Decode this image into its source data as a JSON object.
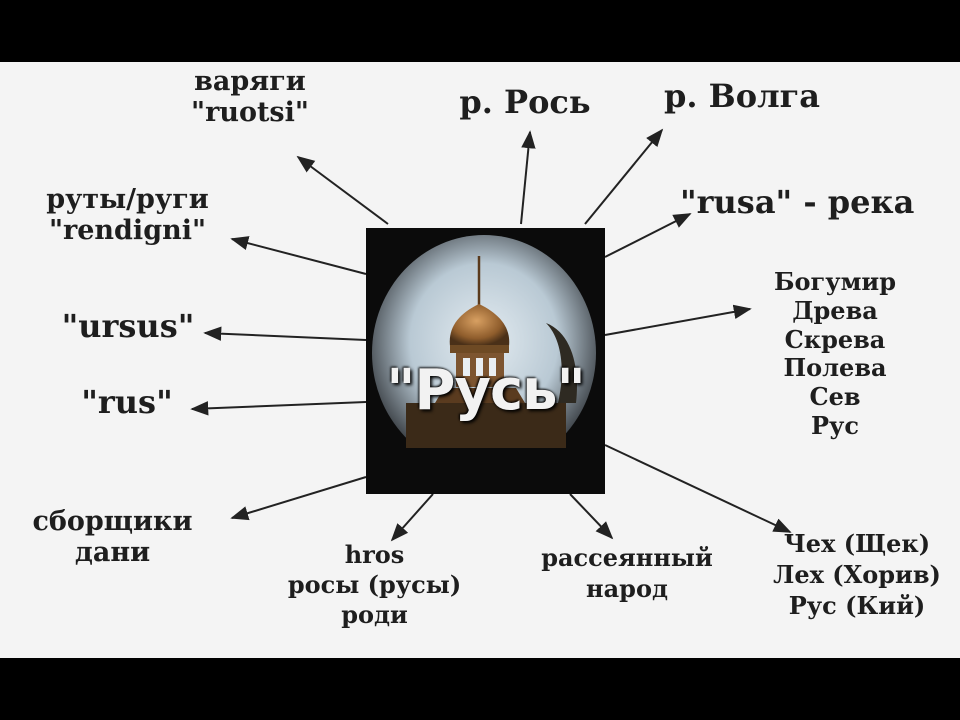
{
  "center": {
    "title": "\"Русь\""
  },
  "labels": {
    "varyagi": [
      "варяги",
      "\"ruotsi\""
    ],
    "ros_river": [
      "р. Рось"
    ],
    "volga": [
      "р. Волга"
    ],
    "ruty": [
      "руты/руги",
      "\"rendigni\""
    ],
    "rusa_reka": [
      "\"rusa\" - река"
    ],
    "ursus": [
      "\"ursus\""
    ],
    "bogumir": [
      "Богумир",
      "Древа",
      "Скрева",
      "Полева",
      "Сев",
      "Рус"
    ],
    "rus_latin": [
      "\"rus\""
    ],
    "sborshchiki": [
      "сборщики",
      "дани"
    ],
    "hros": [
      "hros",
      "росы (русы)",
      "роди"
    ],
    "rasseyanny": [
      "рассеянный",
      "народ"
    ],
    "chekh": [
      "Чех (Щек)",
      "Лех (Хорив)",
      "Рус (Кий)"
    ]
  },
  "colors": {
    "background": "#f4f4f4",
    "frame": "#000000",
    "text": "#1e1e1e",
    "center_bg": "#0b0b0b",
    "sky": "#c9d6df",
    "dome": "#b07a3c",
    "title": "#f2f2f2"
  }
}
